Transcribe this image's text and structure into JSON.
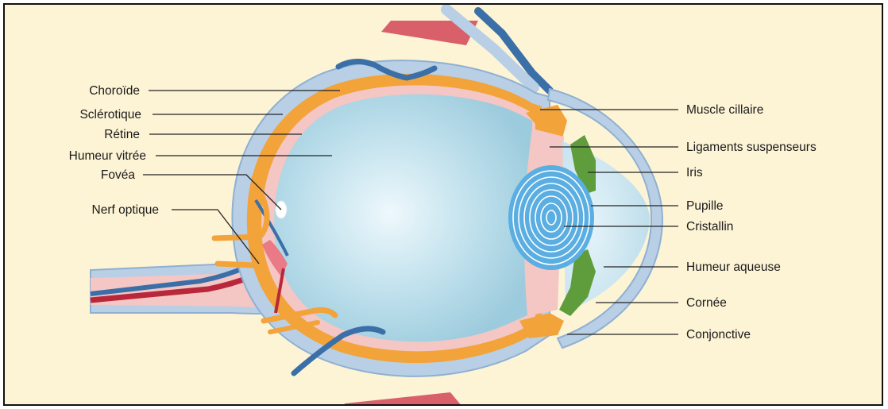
{
  "diagram": {
    "labels_left": [
      {
        "id": "choroide",
        "text": "Choroïde"
      },
      {
        "id": "sclerotique",
        "text": "Sclérotique"
      },
      {
        "id": "retine",
        "text": "Rétine"
      },
      {
        "id": "humeur-vitree",
        "text": "Humeur vitrée"
      },
      {
        "id": "fovea",
        "text": "Fovéa"
      },
      {
        "id": "nerf-optique",
        "text": "Nerf optique"
      }
    ],
    "labels_right": [
      {
        "id": "muscle-ciliaire",
        "text": "Muscle cillaire"
      },
      {
        "id": "ligaments-suspenseurs",
        "text": "Ligaments suspenseurs"
      },
      {
        "id": "iris",
        "text": "Iris"
      },
      {
        "id": "pupille",
        "text": "Pupille"
      },
      {
        "id": "cristallin",
        "text": "Cristallin"
      },
      {
        "id": "humeur-aqueuse",
        "text": "Humeur aqueuse"
      },
      {
        "id": "cornee",
        "text": "Cornée"
      },
      {
        "id": "conjonctive",
        "text": "Conjonctive"
      }
    ],
    "colors": {
      "background": "#fdf4d6",
      "sclera": "#b8cfe6",
      "choroid": "#f2a33a",
      "retina": "#f4c6c4",
      "vitreous": "#a9d3e4",
      "vitreous_center": "#e8f6fb",
      "lens": "#5aaee2",
      "iris": "#5f9d3c",
      "vessel_blue": "#3b6fa8",
      "vessel_red": "#b8283a",
      "muscle": "#d9606a"
    }
  }
}
